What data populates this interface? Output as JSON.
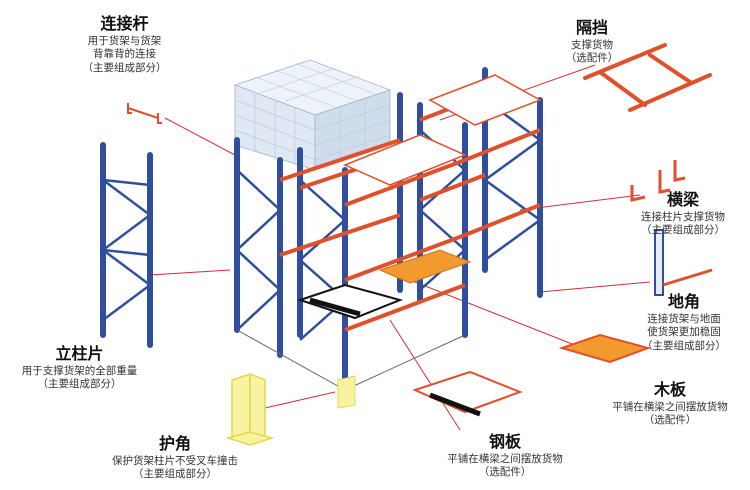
{
  "labels": {
    "connecting_rod": {
      "title": "连接杆",
      "desc": [
        "用于货架与货架",
        "背靠背的连接"
      ],
      "note": "（主要组成部分）"
    },
    "divider": {
      "title": "隔挡",
      "desc": [
        "支撑货物"
      ],
      "note": "（选配件）"
    },
    "beam": {
      "title": "横梁",
      "desc": [
        "连接柱片支撑货物"
      ],
      "note": "（主要组成部分）"
    },
    "foot": {
      "title": "地角",
      "desc": [
        "连接货架与地面",
        "使货架更加稳固"
      ],
      "note": "（主要组成部分）"
    },
    "upright": {
      "title": "立柱片",
      "desc": [
        "用于支撑货架的全部重量"
      ],
      "note": "（主要组成部分）"
    },
    "wood_board": {
      "title": "木板",
      "desc": [
        "平铺在横梁之间摆放货物"
      ],
      "note": "（选配件）"
    },
    "steel_board": {
      "title": "钢板",
      "desc": [
        "平铺在横梁之间摆放货物"
      ],
      "note": "（选配件）"
    },
    "guard": {
      "title": "护角",
      "desc": [
        "保护货架柱片不受叉车撞击"
      ],
      "note": "（主要组成部分）"
    }
  },
  "colors": {
    "upright": "#2f4f9e",
    "beam": "#e0502a",
    "board": "#f39a2e",
    "guard": "#f2ea5a",
    "leader": "#d0303a",
    "cargo": "#dfe8f3"
  }
}
